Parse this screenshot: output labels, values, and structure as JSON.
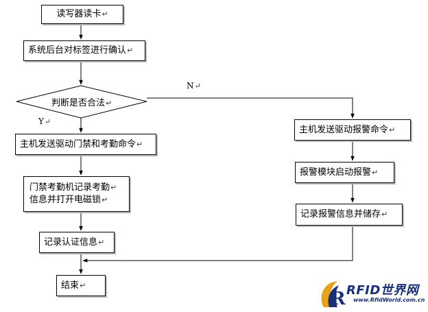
{
  "nodes": {
    "read_card": "读写器读卡",
    "confirm_tag": "系统后台对标签进行确认",
    "decision": "判断是否合法",
    "send_door_cmd": "主机发送驱动门禁和考勤命令",
    "door_record_line1": "门禁考勤机记录考勤",
    "door_record_line2": "信息并打开电磁锁",
    "record_auth": "记录认证信息",
    "end": "结束",
    "send_alarm_cmd": "主机发送驱动报警命令",
    "alarm_start": "报警模块启动报警",
    "record_alarm": "记录报警信息并储存"
  },
  "labels": {
    "yes": "Y",
    "no": "N"
  },
  "return_mark": "↵",
  "logo": {
    "brand": "RFID世界网",
    "site": "www.RfidWorld.com.cn"
  },
  "colors": {
    "line": "#000000",
    "shadow": "#b8b8b8",
    "logo_blue": "#1a2f7a",
    "logo_gold": "#e8a21a"
  }
}
